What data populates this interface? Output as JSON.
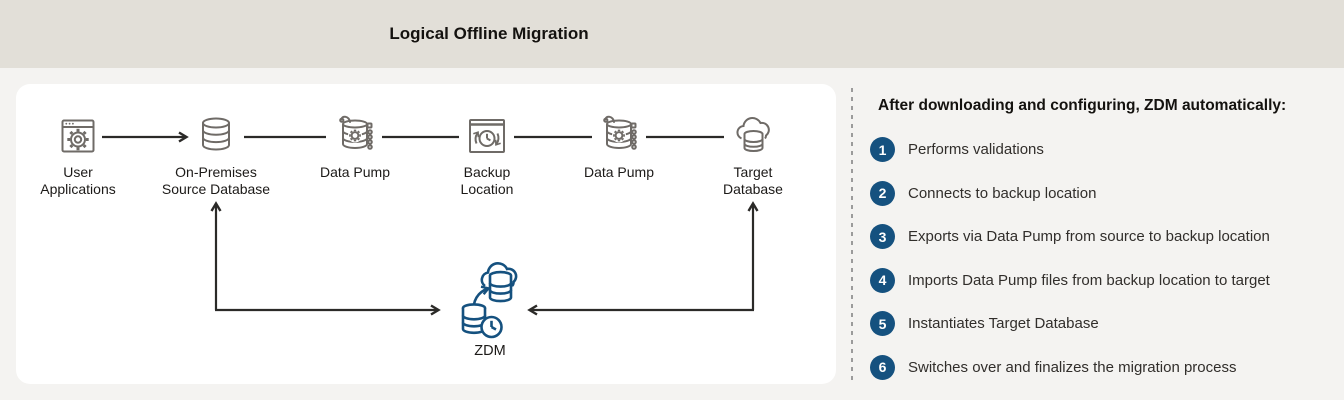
{
  "header": {
    "title": "Logical Offline Migration"
  },
  "diagram": {
    "nodes": [
      {
        "label": "User\nApplications",
        "icon": "app-window-gear-icon"
      },
      {
        "label": "On-Premises\nSource Database",
        "icon": "database-icon"
      },
      {
        "label": "Data Pump",
        "icon": "data-pump-icon"
      },
      {
        "label": "Backup\nLocation",
        "icon": "backup-clock-window-icon"
      },
      {
        "label": "Data Pump",
        "icon": "data-pump-icon"
      },
      {
        "label": "Target\nDatabase",
        "icon": "cloud-database-icon"
      }
    ],
    "zdm_label": "ZDM"
  },
  "sidebar": {
    "heading": "After downloading and configuring, ZDM automatically:",
    "steps": [
      {
        "num": "1",
        "text": "Performs validations"
      },
      {
        "num": "2",
        "text": "Connects to backup location"
      },
      {
        "num": "3",
        "text": "Exports via Data Pump from source to backup location"
      },
      {
        "num": "4",
        "text": "Imports Data Pump files from backup location to target"
      },
      {
        "num": "5",
        "text": "Instantiates Target Database"
      },
      {
        "num": "6",
        "text": "Switches over and finalizes the migration process"
      }
    ]
  },
  "colors": {
    "accent_blue": "#15517f",
    "header_bar_bg": "#e2dfd8",
    "page_bg": "#f4f3f1",
    "panel_bg": "#ffffff",
    "icon_gray": "#6f6b67",
    "line_dark": "#2b2a28",
    "divider_gray": "#9b9b9b"
  }
}
